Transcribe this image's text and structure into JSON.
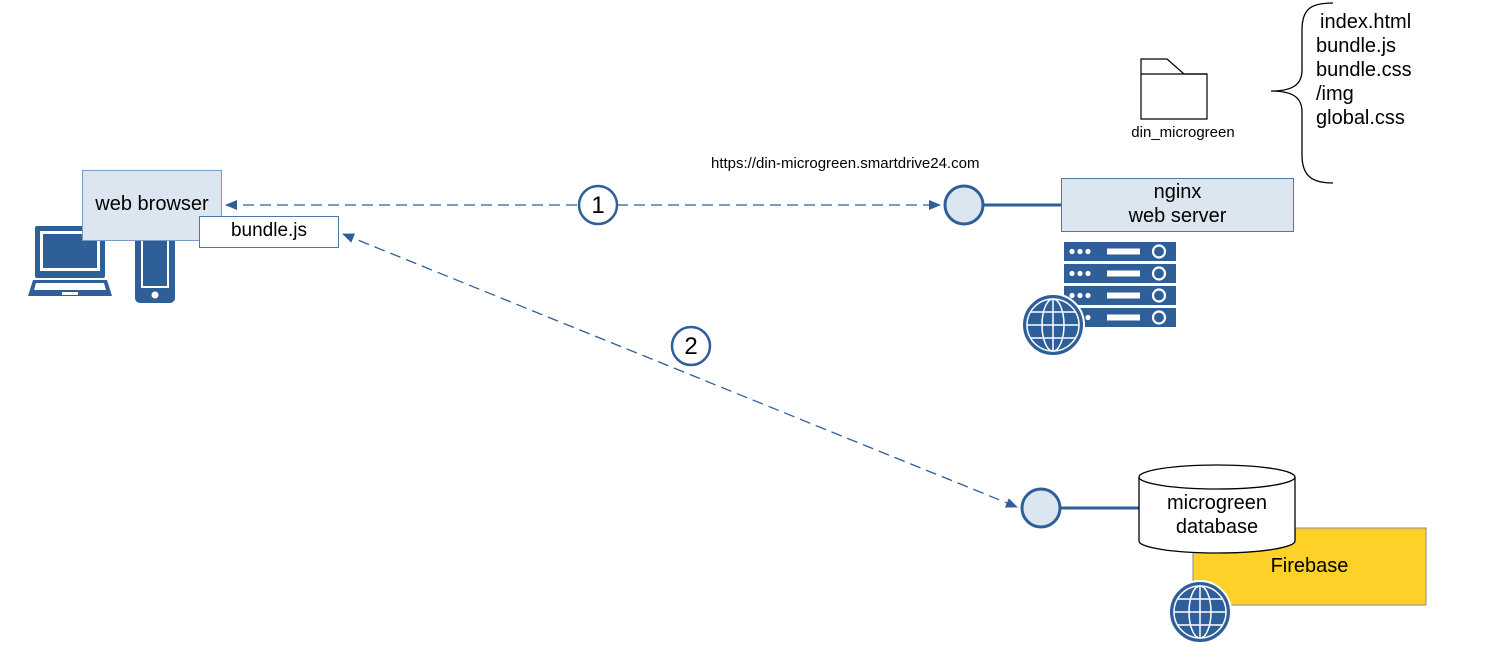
{
  "web_browser": {
    "label": "web browser",
    "bundle_label": "bundle.js"
  },
  "connection_1": {
    "number": "1",
    "url": "https://din-microgreen.smartdrive24.com"
  },
  "connection_2": {
    "number": "2"
  },
  "server": {
    "line1": "nginx",
    "line2": "web server"
  },
  "folder": {
    "name": "din_microgreen"
  },
  "files": [
    "index.html",
    "bundle.js",
    "bundle.css",
    "/img",
    "global.css"
  ],
  "database": {
    "line1": "microgreen",
    "line2": "database"
  },
  "firebase": {
    "label": "Firebase"
  },
  "colors": {
    "accent": "#2f5f99",
    "box_fill": "#dce6f0",
    "box_border": "#4a78a8",
    "firebase_fill": "#fdd128",
    "firebase_border": "#8a8a8a"
  },
  "icons": [
    "laptop-icon",
    "smartphone-icon",
    "folder-icon",
    "server-rack-icon",
    "globe-icon",
    "database-cylinder-icon"
  ]
}
